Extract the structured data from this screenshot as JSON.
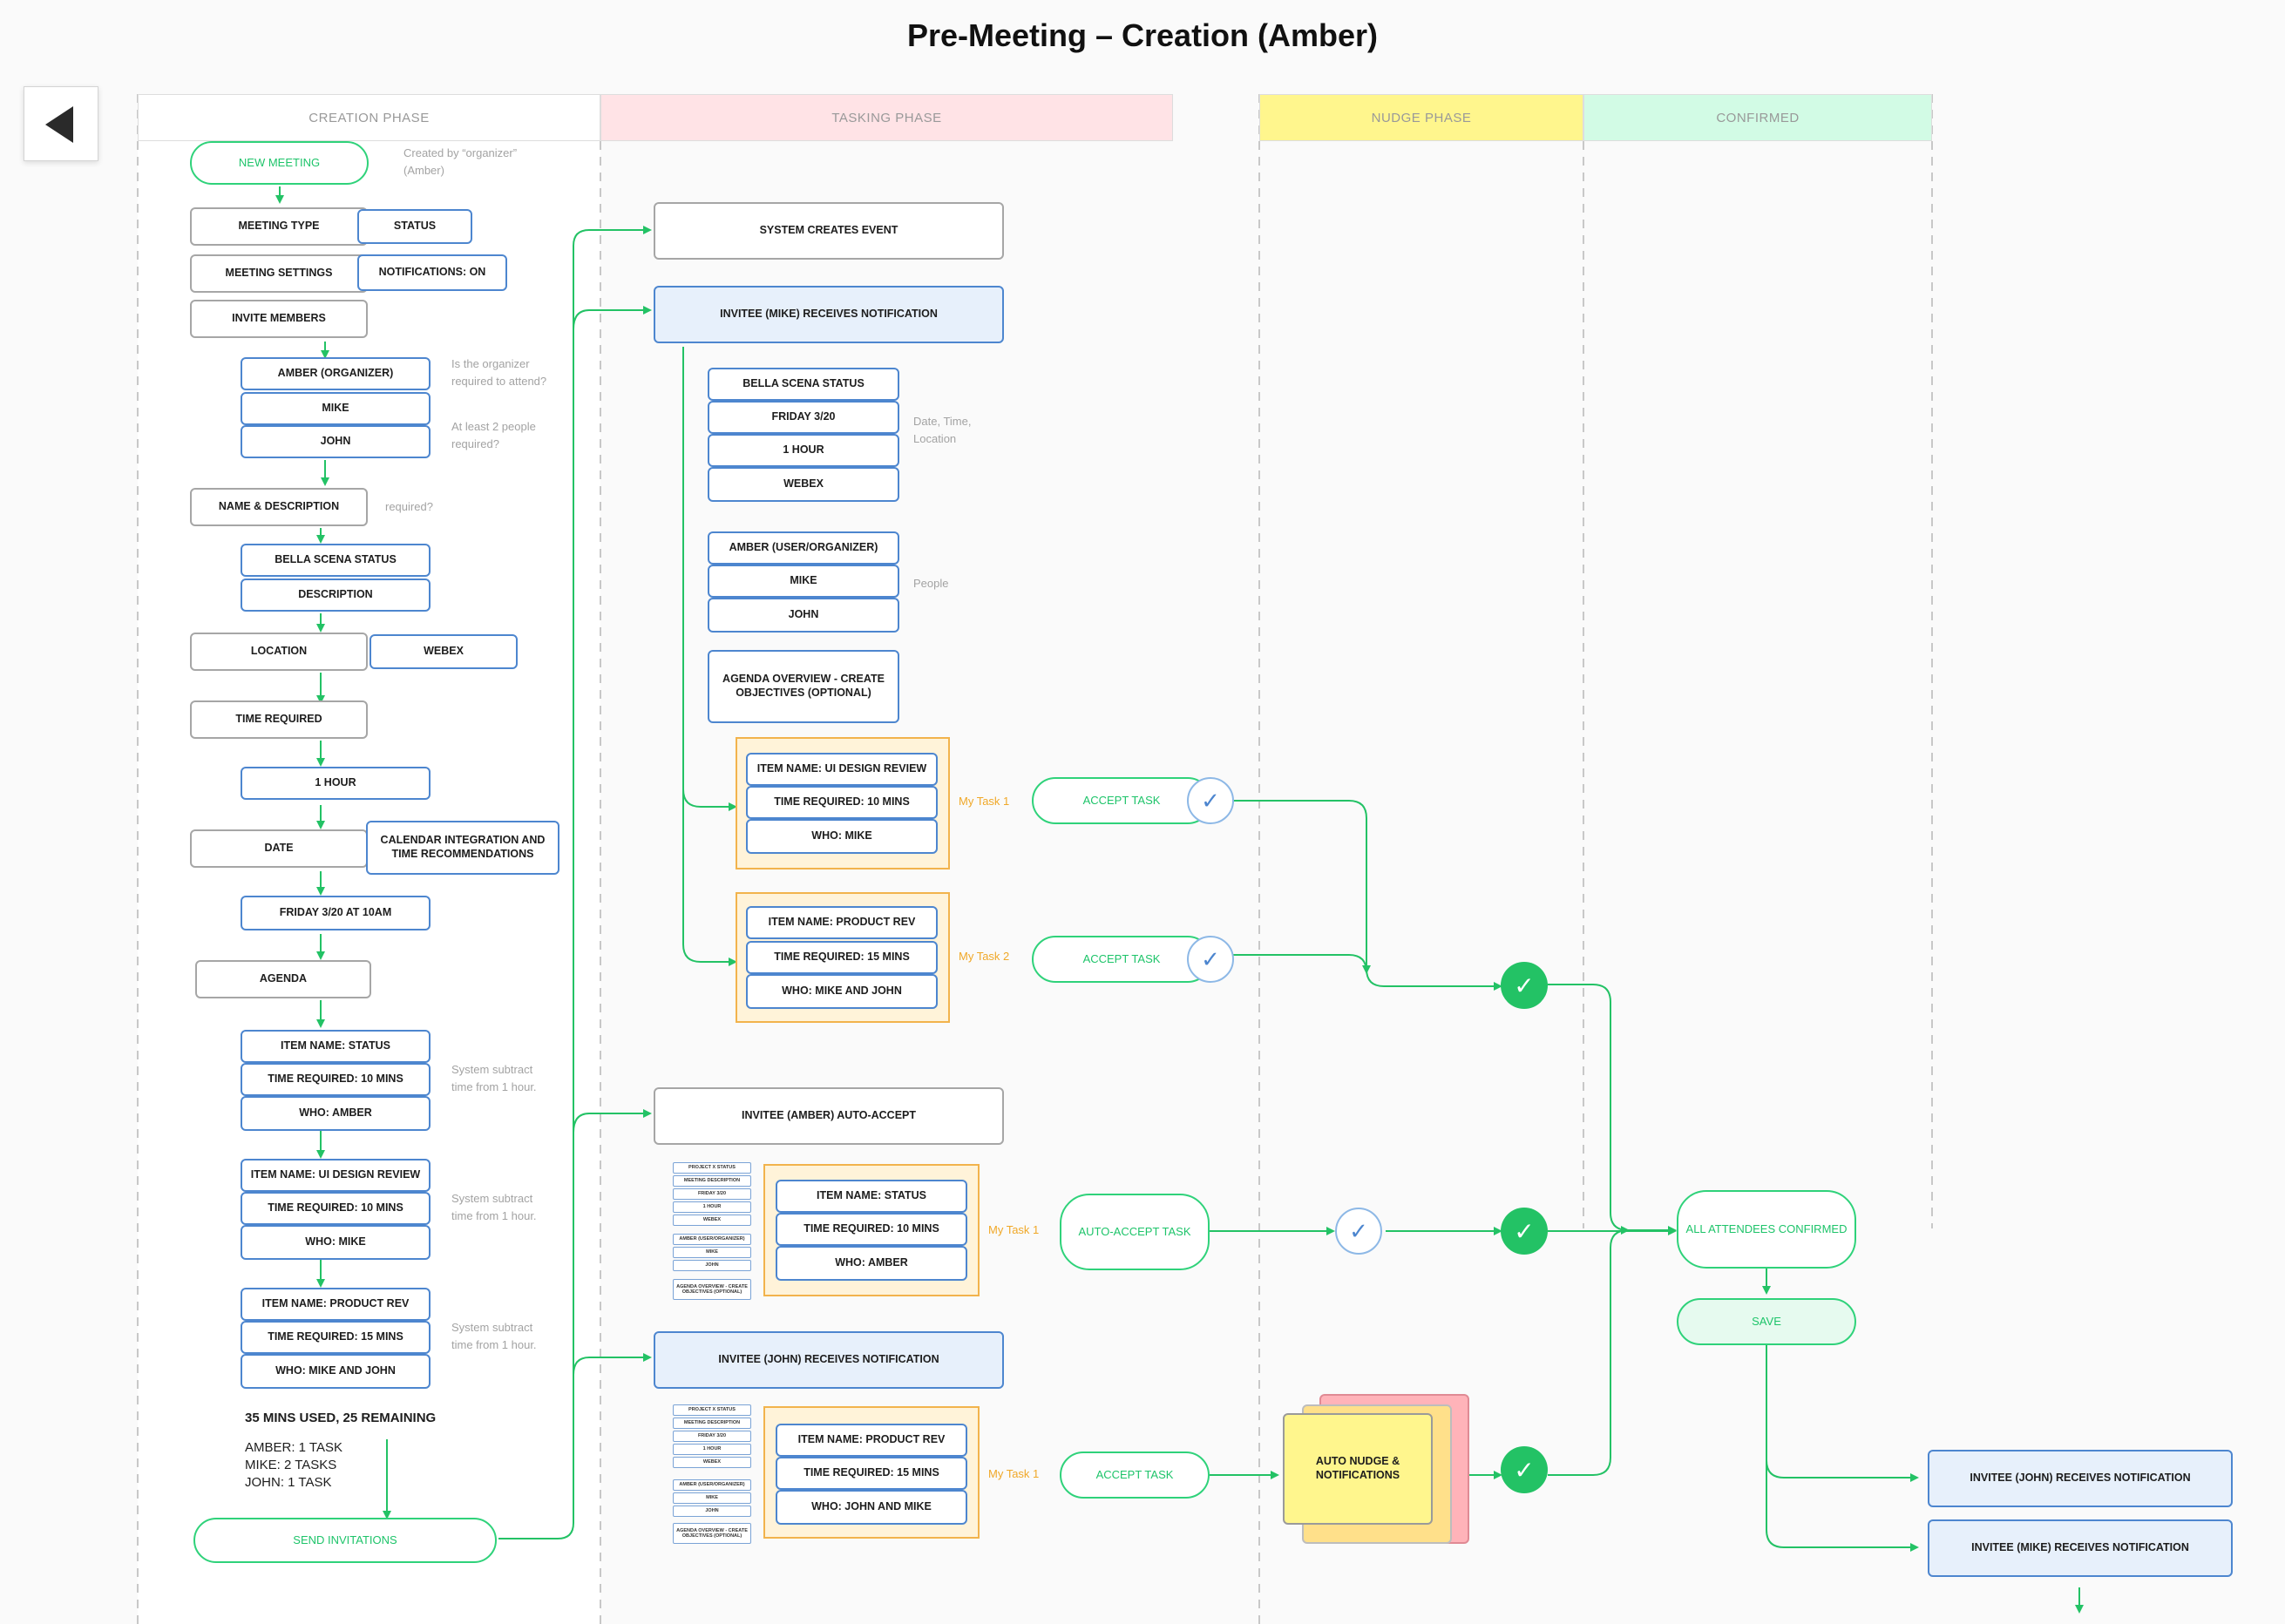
{
  "title": "Pre-Meeting – Creation (Amber)",
  "lanes": {
    "creation": "CREATION PHASE",
    "tasking": "TASKING PHASE",
    "nudge": "NUDGE PHASE",
    "confirmed": "CONFIRMED"
  },
  "creation": {
    "new_meeting": "NEW MEETING",
    "created_by": "Created by “organizer” (Amber)",
    "meeting_type": "MEETING TYPE",
    "status": "STATUS",
    "meeting_settings": "MEETING SETTINGS",
    "notifications": "NOTIFICATIONS: ON",
    "invite_members": "INVITE MEMBERS",
    "amber_org": "AMBER (ORGANIZER)",
    "mike": "MIKE",
    "john": "JOHN",
    "q_organizer": "Is the organizer required to attend?",
    "q_two": "At least 2 people required?",
    "name_desc": "NAME & DESCRIPTION",
    "required": "required?",
    "bella": "BELLA SCENA STATUS",
    "description": "DESCRIPTION",
    "location": "LOCATION",
    "webex": "WEBEX",
    "time_required": "TIME REQUIRED",
    "one_hour": "1 HOUR",
    "date": "DATE",
    "calendar": "CALENDAR INTEGRATION AND TIME RECOMMENDATIONS",
    "friday": "FRIDAY 3/20 AT 10AM",
    "agenda": "AGENDA",
    "item1": "ITEM NAME: STATUS",
    "time1": "TIME REQUIRED: 10 MINS",
    "who1": "WHO: AMBER",
    "item2": "ITEM NAME: UI DESIGN REVIEW",
    "time2": "TIME REQUIRED: 10 MINS",
    "who2": "WHO: MIKE",
    "item3": "ITEM NAME: PRODUCT REV",
    "time3": "TIME REQUIRED: 15 MINS",
    "who3": "WHO: MIKE AND JOHN",
    "subtract": "System subtract time from 1 hour.",
    "summary": "35 MINS USED, 25 REMAINING",
    "tasks": [
      "AMBER: 1 TASK",
      "MIKE: 2 TASKS",
      "JOHN: 1 TASK"
    ],
    "send": "SEND INVITATIONS"
  },
  "tasking": {
    "system_event": "SYSTEM CREATES EVENT",
    "mike_notif": "INVITEE (MIKE) RECEIVES NOTIFICATION",
    "bella": "BELLA SCENA STATUS",
    "friday": "FRIDAY 3/20",
    "hour": "1 HOUR",
    "webex": "WEBEX",
    "dtl": "Date, Time, Location",
    "amber_uo": "AMBER (USER/ORGANIZER)",
    "mike": "MIKE",
    "john": "JOHN",
    "people": "People",
    "agenda_overview": "AGENDA OVERVIEW - CREATE OBJECTIVES (OPTIONAL)",
    "t1_item": "ITEM NAME: UI DESIGN REVIEW",
    "t1_time": "TIME REQUIRED: 10 MINS",
    "t1_who": "WHO: MIKE",
    "t2_item": "ITEM NAME: PRODUCT REV",
    "t2_time": "TIME REQUIRED: 15 MINS",
    "t2_who": "WHO: MIKE AND JOHN",
    "my_task1": "My Task 1",
    "my_task2": "My Task 2",
    "amber_auto": "INVITEE (AMBER) AUTO-ACCEPT",
    "a_item": "ITEM NAME: STATUS",
    "a_time": "TIME REQUIRED: 10 MINS",
    "a_who": "WHO: AMBER",
    "john_notif": "INVITEE (JOHN) RECEIVES NOTIFICATION",
    "j_item": "ITEM NAME: PRODUCT REV",
    "j_time": "TIME REQUIRED: 15 MINS",
    "j_who": "WHO: JOHN AND MIKE",
    "mini": [
      "PROJECT X STATUS",
      "MEETING DESCRIPTION",
      "FRIDAY 3/20",
      "1 HOUR",
      "WEBEX",
      "AMBER (USER/ORGANIZER)",
      "MIKE",
      "JOHN",
      "AGENDA OVERVIEW - CREATE OBJECTIVES (OPTIONAL)"
    ]
  },
  "nudge": {
    "accept": "ACCEPT TASK",
    "auto_accept": "AUTO-ACCEPT TASK",
    "auto_nudge": "AUTO NUDGE & NOTIFICATIONS"
  },
  "confirmed": {
    "all": "ALL ATTENDEES CONFIRMED",
    "save": "SAVE",
    "john_notif": "INVITEE (JOHN) RECEIVES NOTIFICATION",
    "mike_notif": "INVITEE (MIKE) RECEIVES NOTIFICATION"
  },
  "colors": {
    "green": "#23c265",
    "blue": "#4d86cf",
    "orange": "#f2b34c",
    "yellow": "#fff68d",
    "pink": "#ffe3e6",
    "mint": "#d2fbe5"
  }
}
